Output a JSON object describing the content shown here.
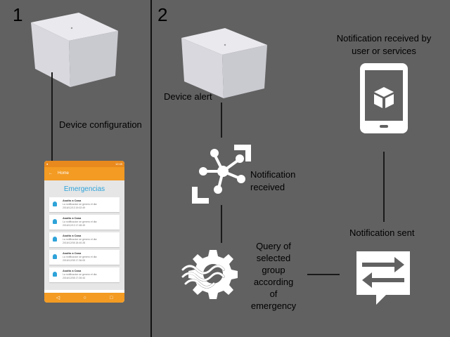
{
  "panels": {
    "left_number": "1",
    "right_number": "2"
  },
  "labels": {
    "device_configuration": "Device configuration",
    "device_alert": "Device alert",
    "notification_received": [
      "Notification",
      "received"
    ],
    "notification_received_by": [
      "Notification received by",
      "user or services"
    ],
    "notification_sent": "Notification sent",
    "query": [
      "Query of",
      "selected",
      "group",
      "according",
      "of",
      "emergency"
    ]
  },
  "app": {
    "title": "Home",
    "heading": "Emergencias",
    "status_time": "12:45",
    "items": [
      {
        "title": "Asalto a Casa",
        "line1": "La notificacion se genero el dia:",
        "line2": "2016/12/13 19:02:49"
      },
      {
        "title": "Asalto a Casa",
        "line1": "La notificacion se genero el dia:",
        "line2": "2016/12/13 17:48:49"
      },
      {
        "title": "Asalto a Casa",
        "line1": "La notificacion se genero el dia:",
        "line2": "2016/12/08 18:40:28"
      },
      {
        "title": "Asalto a Casa",
        "line1": "La notificacion se genero el dia:",
        "line2": "2016/12/08 17:36:05"
      },
      {
        "title": "Asalto a Casa",
        "line1": "La notificacion se genero el dia:",
        "line2": "2016/12/08 17:26:44"
      }
    ]
  },
  "icons": {
    "device": "device-block",
    "hub": "network-hub-icon",
    "phone": "smartphone-icon",
    "query": "gear-wave-icon",
    "transfer": "transfer-arrows-icon"
  },
  "colors": {
    "background": "#616161",
    "app_orange": "#f39b23",
    "app_blue": "#2ea3d9"
  }
}
